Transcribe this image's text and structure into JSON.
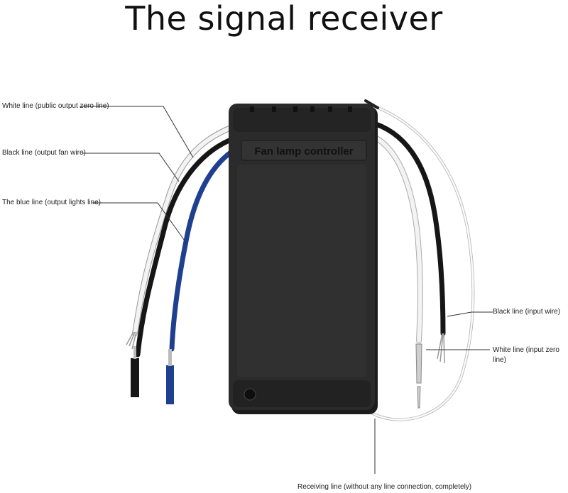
{
  "title": "The signal receiver",
  "device": {
    "brand_label": "Fan lamp controller",
    "colors": {
      "body": "#2b2b2b",
      "body_shadow": "#1c1c1c",
      "wire_white": "#f3f3f3",
      "wire_black": "#161616",
      "wire_blue": "#1f3f8f",
      "leader_line": "#333333"
    }
  },
  "labels": {
    "white_output": "White line (public output zero line)",
    "black_output": "Black line (output fan wire)",
    "blue_output": "The blue line (output lights line)",
    "black_input": "Black line (input wire)",
    "white_input": "White line (input zero line)",
    "receiving": "Receiving line (without any line connection, completely)"
  }
}
